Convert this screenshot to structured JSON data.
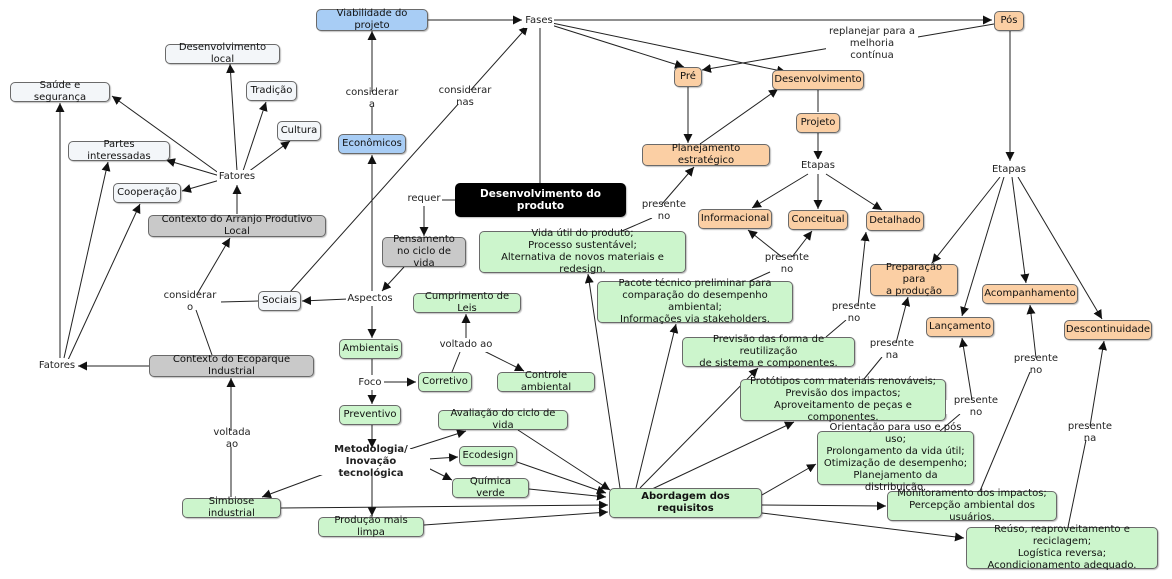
{
  "nodes": {
    "viabilidade": "Viabilidade do projeto",
    "fases": "Fases",
    "pos": "Pós",
    "replanejar": "replanejar para a\nmelhoria contínua",
    "pre": "Pré",
    "desenvolvimento": "Desenvolvimento",
    "projeto": "Projeto",
    "planejamento": "Planejamento estratégico",
    "etapas_mid": "Etapas",
    "etapas_right": "Etapas",
    "informacional": "Informacional",
    "conceitual": "Conceitual",
    "detalhado": "Detalhado",
    "desenv_produto": "Desenvolvimento do produto",
    "requer": "requer",
    "pensamento": "Pensamento\nno ciclo de vida",
    "considerar_a": "considerar a",
    "economicos": "Econômicos",
    "considerar_nas": "considerar nas",
    "desenv_local": "Desenvolvimento local",
    "tradicao": "Tradição",
    "cultura": "Cultura",
    "saude": "Saúde e segurança",
    "partes": "Partes interessadas",
    "fatores_top": "Fatores",
    "cooperacao": "Cooperação",
    "arranjo": "Contexto do Arranjo Produtivo Local",
    "considerar_o": "considerar o",
    "sociais": "Sociais",
    "aspectos": "Aspectos",
    "fatores_bottom": "Fatores",
    "ecoparque": "Contexto do Ecoparque Industrial",
    "voltada_ao": "voltada ao",
    "simbiose": "Simbiose industrial",
    "ambientais": "Ambientais",
    "foco": "Foco",
    "corretivo": "Corretivo",
    "voltado_ao": "voltado ao",
    "cumprimento": "Cumprimento de Leis",
    "controle": "Controle ambiental",
    "preventivo": "Preventivo",
    "metodologia": "Metodologia/\nInovação tecnológica",
    "avaliacao": "Avaliação do ciclo de vida",
    "ecodesign": "Ecodesign",
    "quimica": "Química verde",
    "producao": "Produção mais limpa",
    "abordagem": "Abordagem dos requisitos",
    "vida_util": "Vida útil do produto;\nProcesso sustentável;\nAlternativa de novos materiais e redesign.",
    "presente_no_1": "presente no",
    "pacote": "Pacote técnico preliminar para\ncomparação do desempenho ambiental;\nInformações via stakeholders.",
    "presente_no_2": "presente no",
    "previsao": "Previsão das forma de reutilização\nde sistema e componentes.",
    "presente_no_3": "presente no",
    "prototipos": "Protótipos com materiais renováveis;\nPrevisão dos impactos;\nAproveitamento de peças e componentes.",
    "presente_na_1": "presente na",
    "preparacao": "Preparação para\na produção",
    "orientacao": "Orientação para uso e pós uso;\nProlongamento da vida útil;\nOtimização de desempenho;\nPlanejamento da distribuição.",
    "presente_no_4": "presente no",
    "lancamento": "Lançamento",
    "acompanhamento": "Acompanhamento",
    "monitoramento": "Monitoramento dos impactos;\nPercepção ambiental dos usuários.",
    "presente_no_5": "presente no",
    "reuso": "Reúso, reaproveitamento e reciclagem;\nLogística reversa;\nAcondicionamento adequado.",
    "presente_na_2": "presente na",
    "descontinuidade": "Descontinuidade"
  }
}
